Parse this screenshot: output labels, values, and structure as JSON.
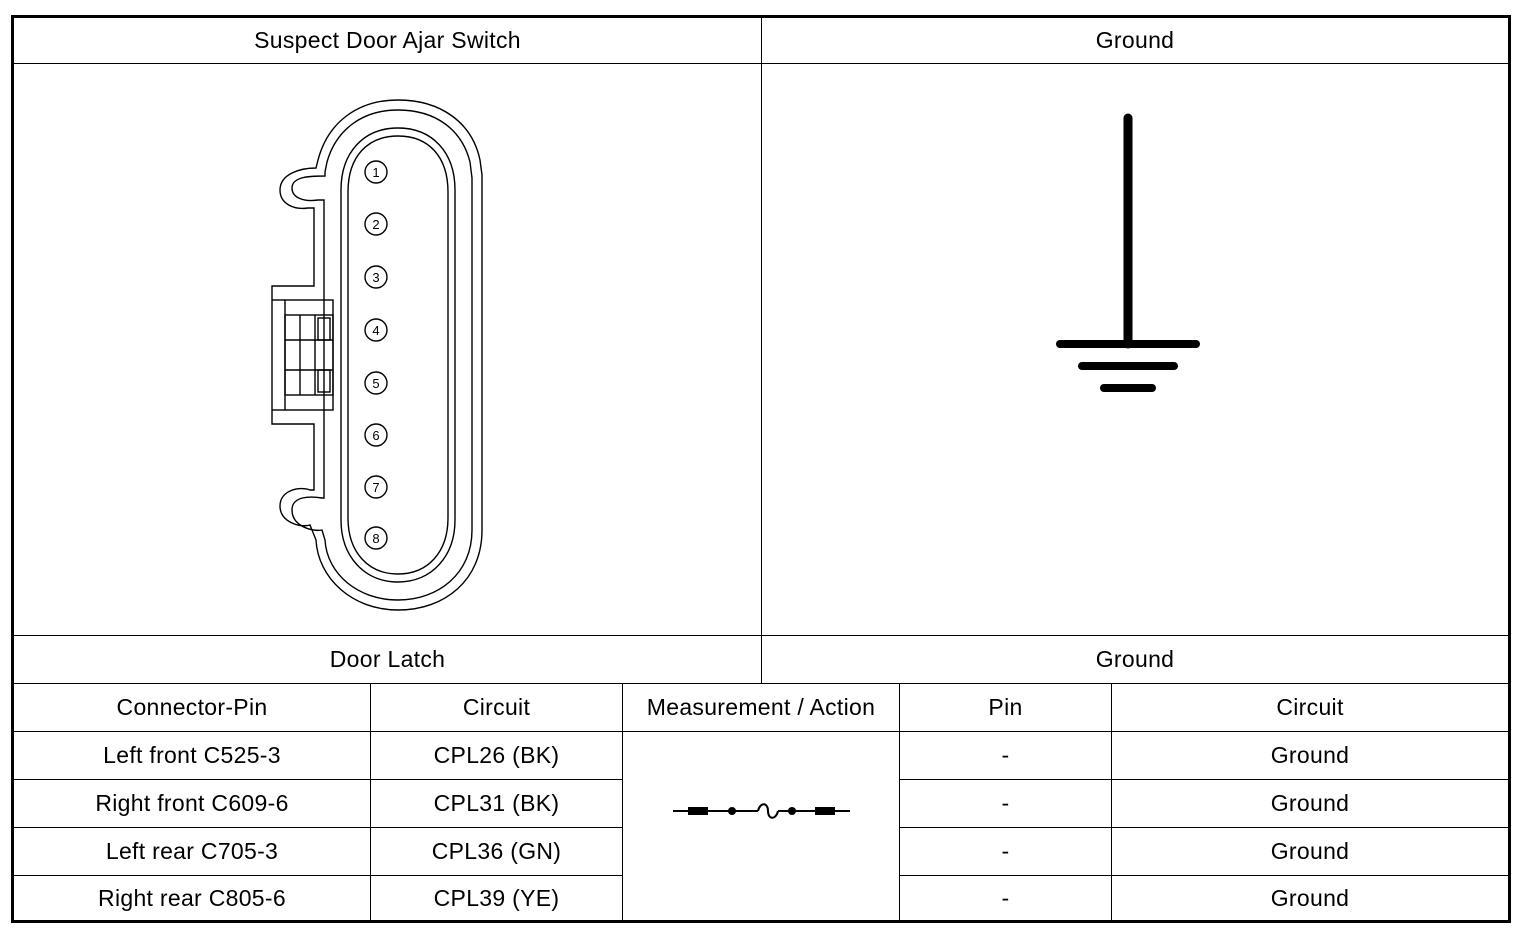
{
  "top": {
    "left_title": "Suspect Door Ajar Switch",
    "right_title": "Ground"
  },
  "connector": {
    "pins": [
      "1",
      "2",
      "3",
      "4",
      "5",
      "6",
      "7",
      "8"
    ]
  },
  "middle": {
    "left_title": "Door Latch",
    "right_title": "Ground"
  },
  "table": {
    "headers": [
      "Connector-Pin",
      "Circuit",
      "Measurement / Action",
      "Pin",
      "Circuit"
    ],
    "rows": [
      {
        "connector_pin": "Left front C525-3",
        "circuit": "CPL26 (BK)",
        "pin": "-",
        "ground_circuit": "Ground"
      },
      {
        "connector_pin": "Right front C609-6",
        "circuit": "CPL31 (BK)",
        "pin": "-",
        "ground_circuit": "Ground"
      },
      {
        "connector_pin": "Left rear C705-3",
        "circuit": "CPL36 (GN)",
        "pin": "-",
        "ground_circuit": "Ground"
      },
      {
        "connector_pin": "Right rear C805-6",
        "circuit": "CPL39 (YE)",
        "pin": "-",
        "ground_circuit": "Ground"
      }
    ],
    "measurement_icon": "fused-jumper-icon"
  }
}
